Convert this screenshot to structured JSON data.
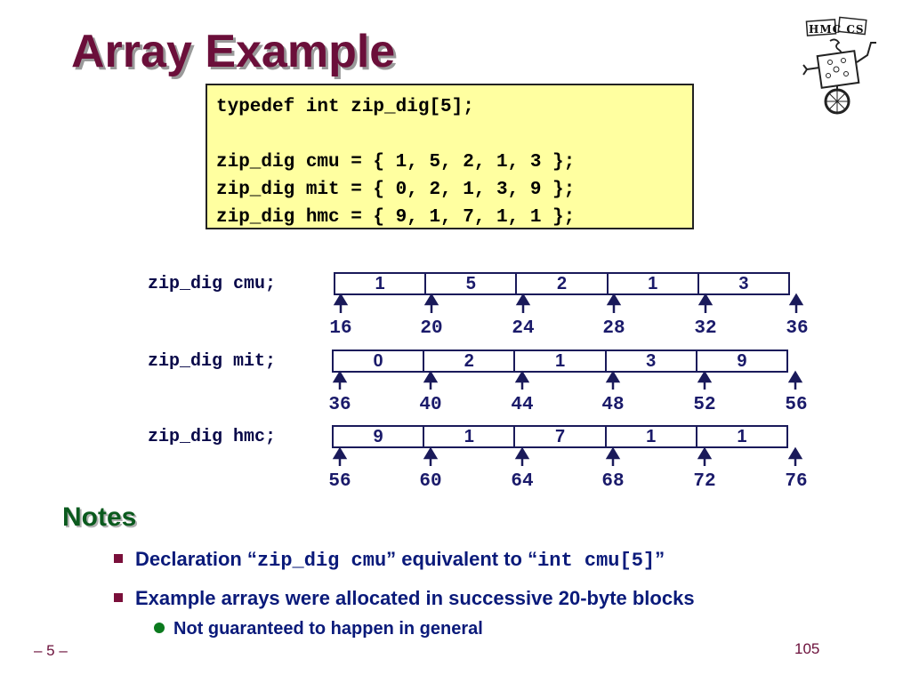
{
  "title": "Array Example",
  "code_lines": [
    "typedef int zip_dig[5];",
    "",
    "zip_dig cmu = { 1, 5, 2, 1, 3 };",
    "zip_dig mit = { 0, 2, 1, 3, 9 };",
    "zip_dig hmc = { 9, 1, 7, 1, 1 };"
  ],
  "arrays": [
    {
      "label": "zip_dig cmu;",
      "values": [
        "1",
        "5",
        "2",
        "1",
        "3"
      ],
      "addresses": [
        "16",
        "20",
        "24",
        "28",
        "32",
        "36"
      ]
    },
    {
      "label": "zip_dig mit;",
      "values": [
        "0",
        "2",
        "1",
        "3",
        "9"
      ],
      "addresses": [
        "36",
        "40",
        "44",
        "48",
        "52",
        "56"
      ]
    },
    {
      "label": "zip_dig hmc;",
      "values": [
        "9",
        "1",
        "7",
        "1",
        "1"
      ],
      "addresses": [
        "56",
        "60",
        "64",
        "68",
        "72",
        "76"
      ]
    }
  ],
  "notes": {
    "heading": "Notes",
    "bullet1": {
      "pre": "Declaration “",
      "code1": "zip_dig cmu",
      "mid": "” equivalent to “",
      "code2": "int cmu[5]",
      "post": "”"
    },
    "bullet2": "Example arrays were allocated in successive 20-byte blocks",
    "sub_bullet": "Not guaranteed to happen in general"
  },
  "logo_text": "HMC CS",
  "footer": {
    "left": "– 5 –",
    "right": "105"
  },
  "colors": {
    "title": "#6b0f3a",
    "notes_heading": "#0b5a1e",
    "code_bg": "#ffffa0",
    "text_blue": "#0a1a7a"
  }
}
